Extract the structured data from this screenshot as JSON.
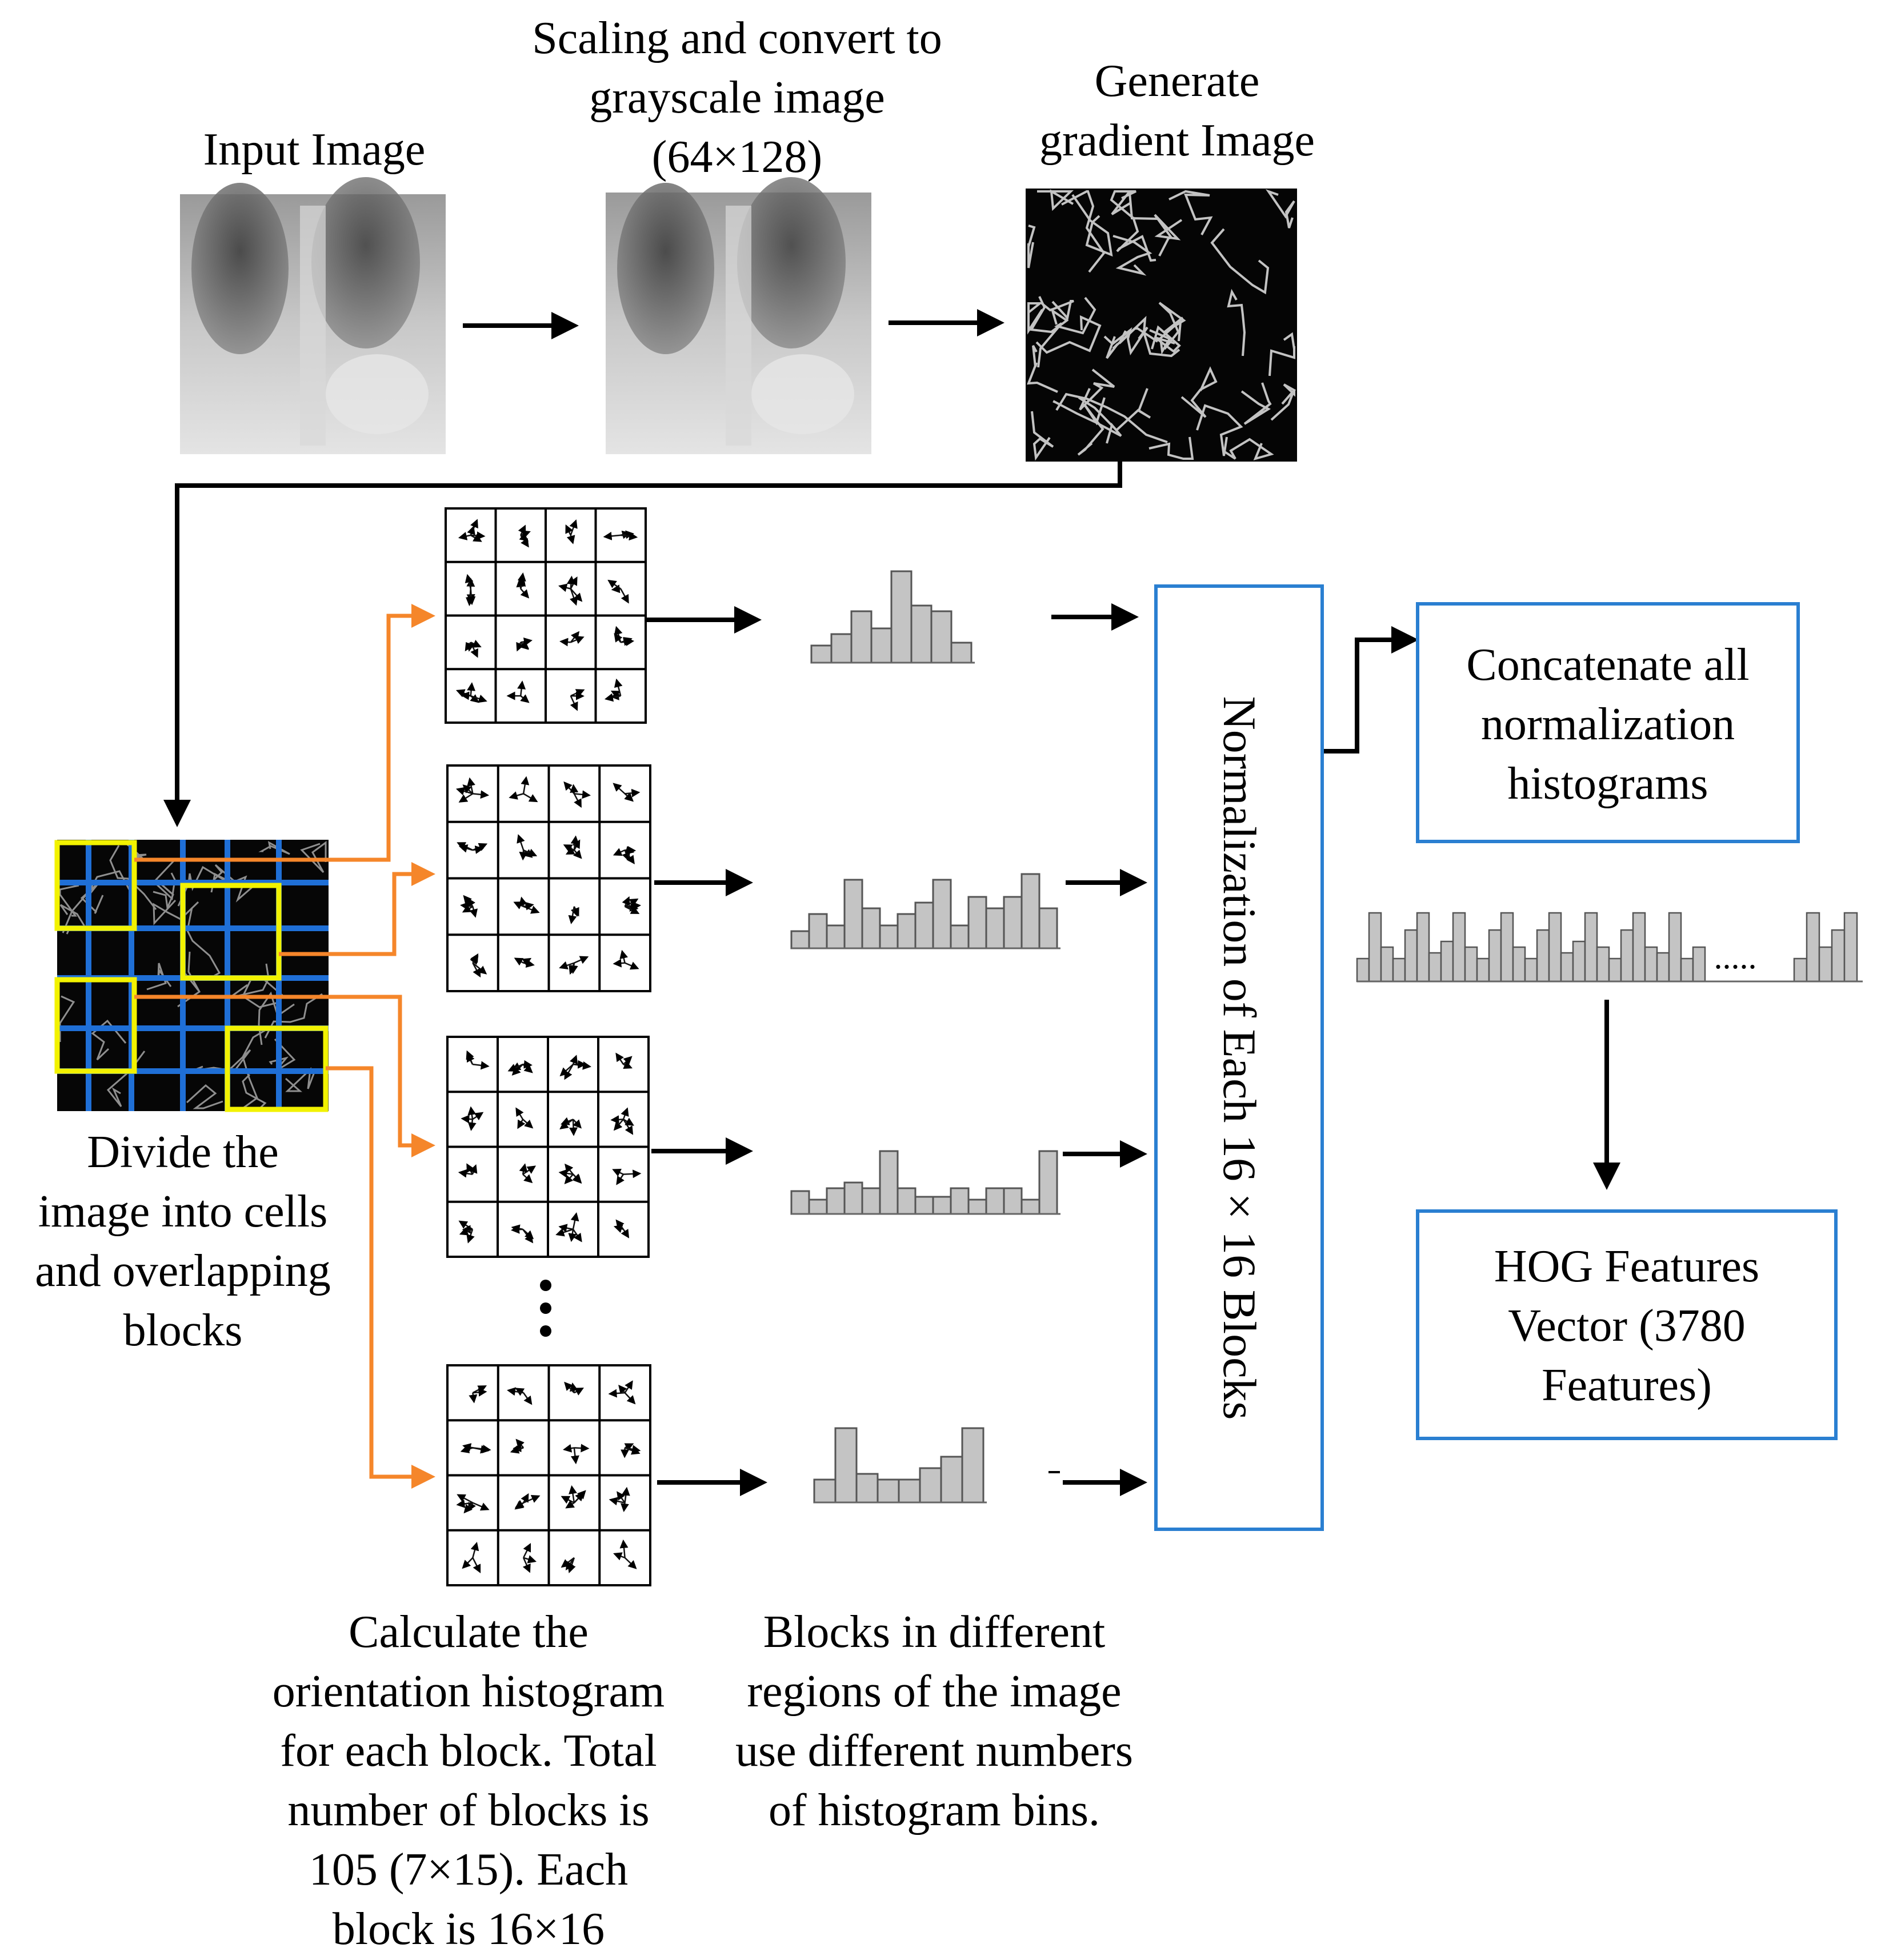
{
  "top": {
    "input_label": "Input Image",
    "scale_label": [
      "Scaling and convert to",
      "grayscale image",
      "(64×128)"
    ],
    "gradient_label": [
      "Generate",
      "gradient Image"
    ]
  },
  "divide_label": [
    "Divide the",
    "image into cells",
    "and overlapping",
    "blocks"
  ],
  "normalization_label": "Normalization of Each 16 × 16 Blocks",
  "concat_label": [
    "Concatenate all",
    "normalization",
    "histograms"
  ],
  "hog_label": [
    "HOG Features",
    "Vector (3780",
    "Features)"
  ],
  "orientation_caption": [
    "Calculate the",
    "orientation histogram",
    "for each block. Total",
    "number of blocks is",
    "105 (7×15). Each",
    "block is 16×16"
  ],
  "bins_caption": [
    "Blocks in different",
    "regions of the image",
    "use different numbers",
    "of histogram bins."
  ],
  "ellipsis": ".....",
  "colors": {
    "box_border": "#2a7fd1",
    "grid_line": "#1f6fd6",
    "block_outline": "#f2f200",
    "orange_arrow": "#f5862a",
    "bar_fill": "#c4c4c4",
    "bar_stroke": "#555555"
  }
}
